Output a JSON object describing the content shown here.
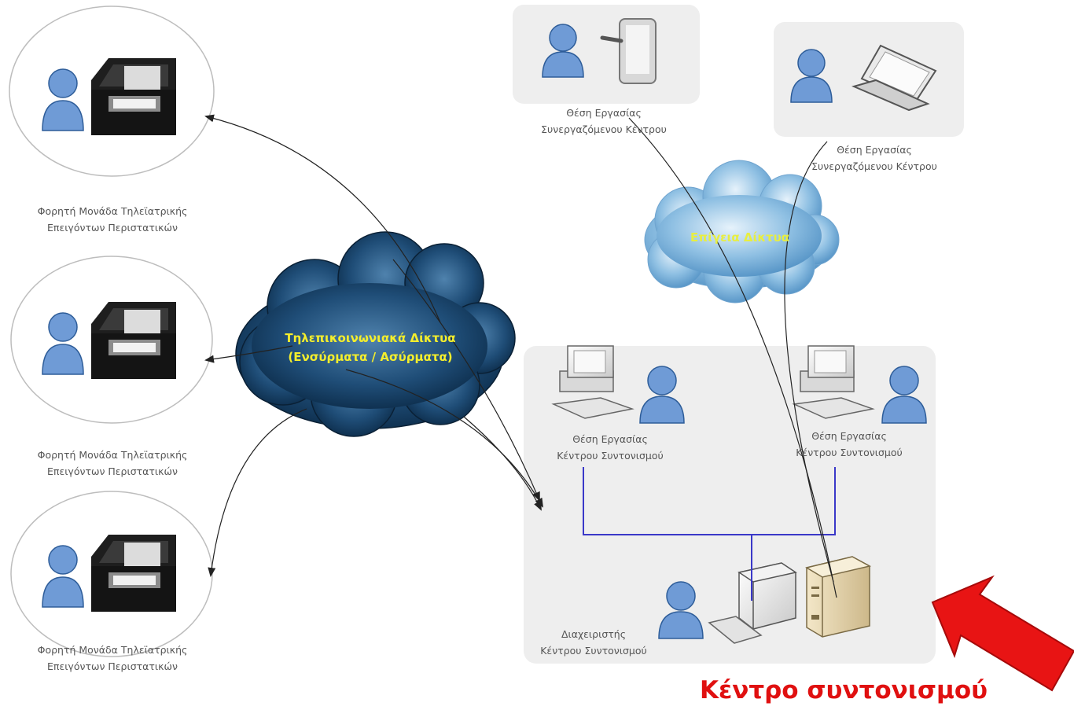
{
  "units": [
    {
      "line1": "Φορητή Μονάδα Τηλεϊατρικής",
      "line2": "Επειγόντων Περιστατικών"
    },
    {
      "line1": "Φορητή Μονάδα Τηλεϊατρικής",
      "line2": "Επειγόντων Περιστατικών"
    },
    {
      "line1": "Φορητή Μονάδα Τηλεϊατρικής",
      "line2": "Επειγόντων Περιστατικών"
    }
  ],
  "tele_cloud": {
    "line1": "Τηλεπικοινωνιακά Δίκτυα",
    "line2": "(Ενσύρματα / Ασύρματα)"
  },
  "terrestrial_cloud": {
    "label": "Επίγεια Δίκτυα"
  },
  "cooperating": [
    {
      "line1": "Θέση Εργασίας",
      "line2": "Συνεργαζόμενου Κέντρου"
    },
    {
      "line1": "Θέση Εργασίας",
      "line2": "Συνεργαζόμενου Κέντρου"
    }
  ],
  "coordination": {
    "ws_left": {
      "line1": "Θέση Εργασίας",
      "line2": "Κέντρου Συντονισμού"
    },
    "ws_right": {
      "line1": "Θέση Εργασίας",
      "line2": "Κέντρου Συντονισμού"
    },
    "admin": {
      "line1": "Διαχειριστής",
      "line2": "Κέντρου Συντονισμού"
    }
  },
  "center_label": "Κέντρο συντονισμού",
  "colors": {
    "panel": "#eeeeee",
    "person": "#6f9bd6",
    "tele_text": "#f4ee2c",
    "terrestrial_text": "#e8ee40",
    "lan": "#3a38c8",
    "center_label": "#e01010",
    "arrow": "#e81414"
  }
}
